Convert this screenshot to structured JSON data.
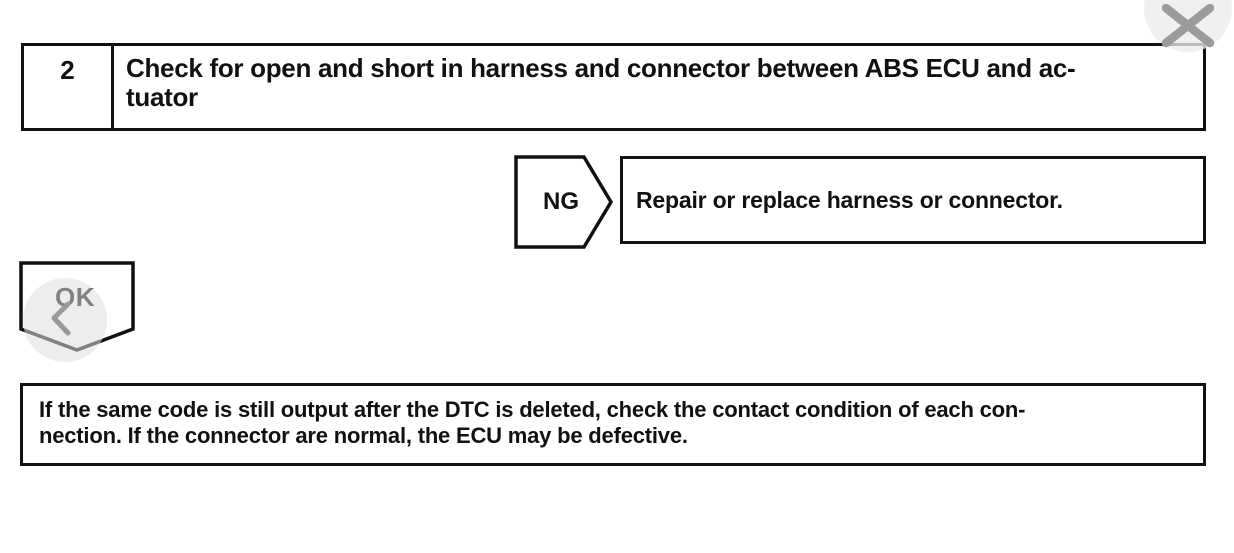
{
  "viewer": {
    "close_button": {
      "icon": "x-mark",
      "circle_color": "#efefef",
      "icon_color": "#9b9b9b"
    },
    "back_button": {
      "icon": "chevron-left",
      "icon_color": "#999999"
    }
  },
  "flowchart": {
    "step_box": {
      "step_number": "2",
      "title_lines": [
        "Check for open and short in harness and connector between ABS ECU and ac-",
        "tuator"
      ]
    },
    "ng_branch": {
      "label": "NG",
      "action": "Repair or replace harness or connector."
    },
    "ok_branch": {
      "label": "OK"
    },
    "note_box": {
      "lines": [
        "If the same code is still output after the DTC is deleted, check the contact condition of each con-",
        "nection. If the connector are normal, the ECU may be defective."
      ]
    }
  },
  "colors": {
    "line": "#111111",
    "background": "#ffffff"
  }
}
